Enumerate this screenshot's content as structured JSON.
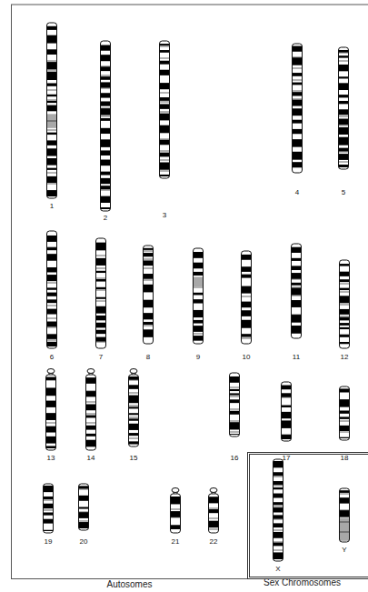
{
  "diagram": {
    "nodes": [
      {
        "text": [
          "Autosomes"
        ]
      },
      {
        "text": [
          "Sex Chromosomes"
        ]
      }
    ],
    "labels": [
      "1",
      "2",
      "3",
      "4",
      "5",
      "6",
      "7",
      "8",
      "9",
      "10",
      "11",
      "12",
      "13",
      "14",
      "15",
      "16",
      "17",
      "18",
      "19",
      "20",
      "21",
      "22",
      "X",
      "Y"
    ]
  }
}
